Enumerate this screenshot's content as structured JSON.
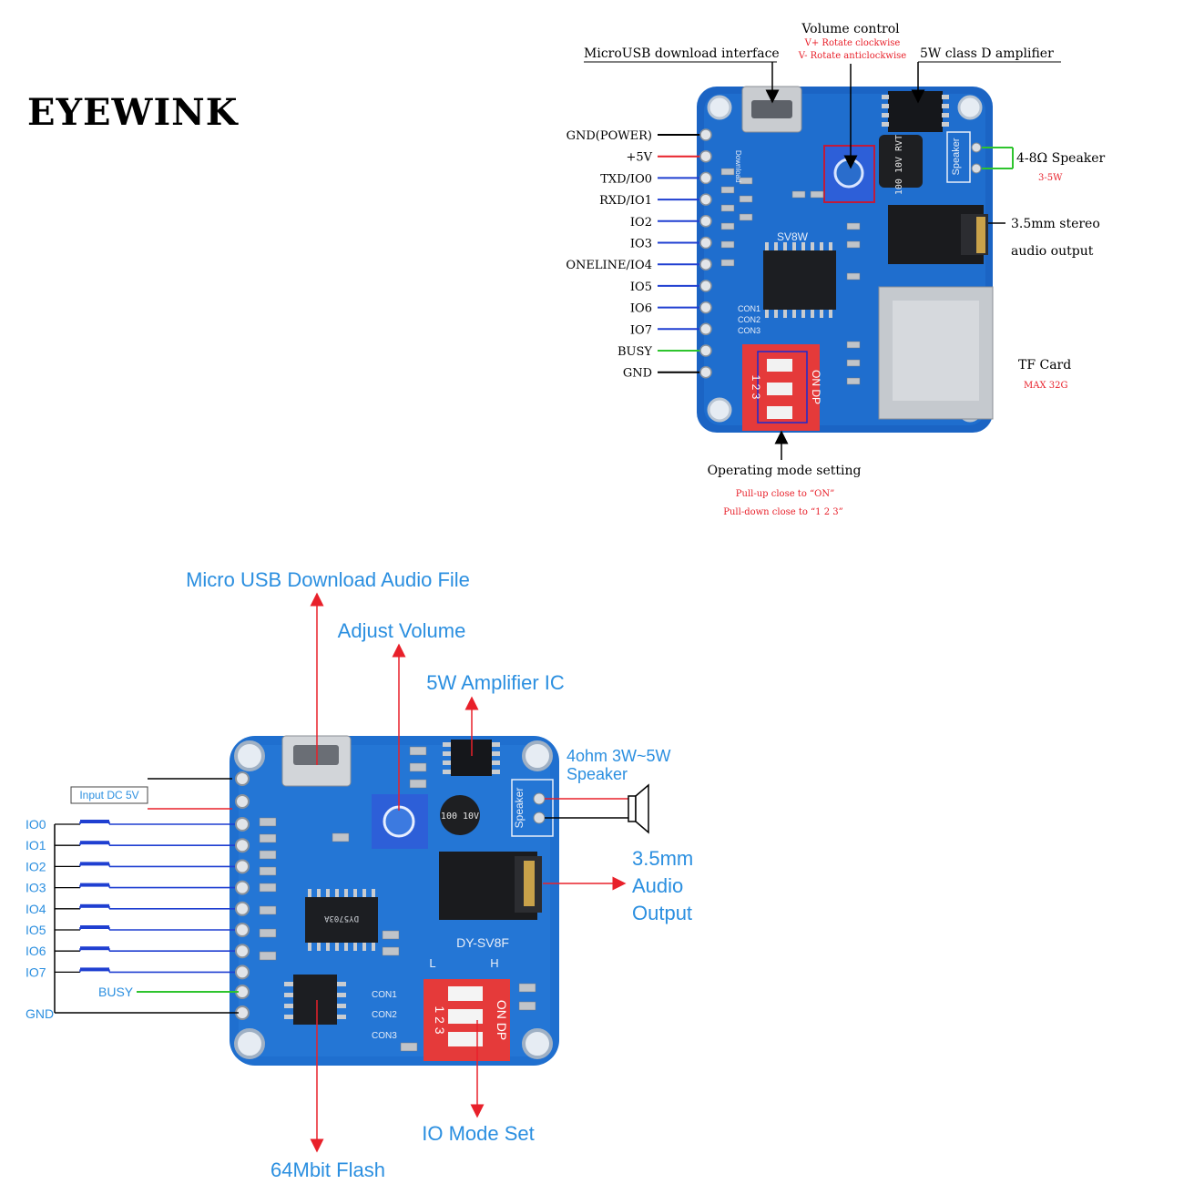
{
  "brand": "EYEWINK",
  "top": {
    "pin_labels": [
      "GND(POWER)",
      "+5V",
      "TXD/IO0",
      "RXD/IO1",
      "IO2",
      "IO3",
      "ONELINE/IO4",
      "IO5",
      "IO6",
      "IO7",
      "BUSY",
      "GND"
    ],
    "pin_colors": [
      "#000000",
      "#e8202a",
      "#1f3fd1",
      "#1f3fd1",
      "#1f3fd1",
      "#1f3fd1",
      "#1f3fd1",
      "#1f3fd1",
      "#1f3fd1",
      "#1f3fd1",
      "#2ec42e",
      "#000000"
    ],
    "volume_title": "Volume control",
    "volume_plus": "V+ Rotate clockwise",
    "volume_minus": "V- Rotate anticlockwise",
    "usb": "MicroUSB download interface",
    "amp": "5W class D amplifier",
    "speaker_title": "4-8Ω Speaker",
    "speaker_power": "3-5W",
    "audio_line1": "3.5mm stereo",
    "audio_line2": "audio output",
    "tf_title": "TF Card",
    "tf_max": "MAX 32G",
    "mode_title": "Operating mode setting",
    "mode_pullup": "Pull-up close to “ON”",
    "mode_pulldown": "Pull-down close to “1 2 3”",
    "board_model": "SV8W",
    "con_labels": [
      "CON1",
      "CON2",
      "CON3"
    ],
    "switch_on": "ON DP",
    "switch_nums": "1 2 3",
    "cap_text": "100 10V RVT",
    "dl_text": "Download",
    "speaker_silk": "Speaker"
  },
  "bottom": {
    "usb_label": "Micro USB Download Audio File",
    "volume_label": "Adjust Volume",
    "amp_label": "5W Amplifier  IC",
    "speaker_label_1": "4ohm 3W~5W",
    "speaker_label_2": "Speaker",
    "audio_1": "3.5mm",
    "audio_2": "Audio",
    "audio_3": "Output",
    "input_label": "Input DC 5V",
    "io_labels": [
      "IO0",
      "IO1",
      "IO2",
      "IO3",
      "IO4",
      "IO5",
      "IO6",
      "IO7"
    ],
    "busy": "BUSY",
    "gnd": "GND",
    "board_model": "DY-SV8F",
    "switch_l": "L",
    "switch_h": "H",
    "con_labels": [
      "CON1",
      "CON2",
      "CON3"
    ],
    "io_mode": "IO Mode Set",
    "flash": "64Mbit Flash",
    "switch_on": "ON DP",
    "switch_nums": "1 2 3",
    "chip_text": "DY5703A",
    "cap_text": "100 10V"
  },
  "colors": {
    "pcb": "#1f6fcf",
    "label_blue": "#2b8fe0",
    "red_text": "#e8202a",
    "switch_red": "#e53a3a"
  }
}
